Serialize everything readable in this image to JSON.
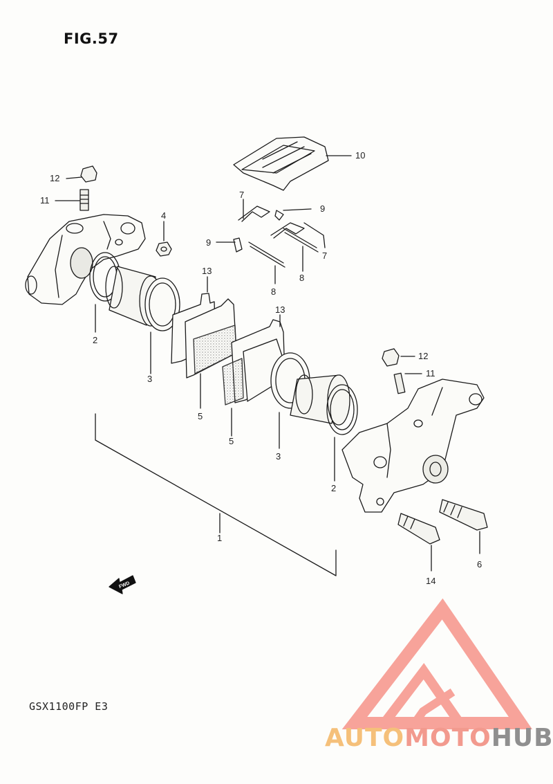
{
  "figure": {
    "title": "FIG.57",
    "model": "GSX1100FP  E3"
  },
  "callouts": {
    "n1": "1",
    "n2a": "2",
    "n2b": "2",
    "n3a": "3",
    "n3b": "3",
    "n4": "4",
    "n5a": "5",
    "n5b": "5",
    "n6": "6",
    "n7a": "7",
    "n7b": "7",
    "n8a": "8",
    "n8b": "8",
    "n9a": "9",
    "n9b": "9",
    "n10": "10",
    "n11a": "11",
    "n11b": "11",
    "n12a": "12",
    "n12b": "12",
    "n13a": "13",
    "n13b": "13",
    "n14": "14"
  },
  "fwd_arrow": {
    "label": "FWD"
  },
  "watermark": {
    "part1": "AUTO",
    "part2": "MOTO",
    "part3": "HUB",
    "colors": {
      "auto": "#f5c07a",
      "moto": "#f29a8e",
      "hub": "#8f8f8f",
      "logo": "#f7a39a"
    }
  }
}
